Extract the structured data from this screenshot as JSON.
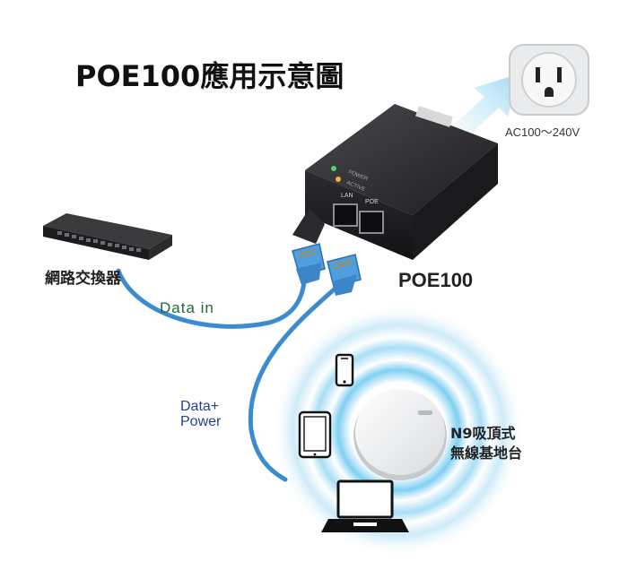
{
  "title": "POE100應用示意圖",
  "outlet": {
    "voltage": "AC100～240V"
  },
  "switch": {
    "label": "網路交換器"
  },
  "injector": {
    "label": "POE100",
    "port_lan": "LAN",
    "port_poe": "POE",
    "led_power": "POWER",
    "led_active": "ACTIVE"
  },
  "cables": {
    "data_in": "Data in",
    "data_power_line1": "Data+",
    "data_power_line2": "Power"
  },
  "access_point": {
    "line1": "N9吸頂式",
    "line2": "無線基地台"
  },
  "colors": {
    "cable": "#3a8ccf",
    "arrow": "#a9dcf2",
    "data_in_text": "#1f6b35",
    "data_power_text": "#27408b",
    "glow": "#5fc3ef"
  },
  "icons": [
    "outlet-icon",
    "switch-icon",
    "poe-injector-icon",
    "rj45-plug-icon",
    "phone-icon",
    "tablet-icon",
    "laptop-icon",
    "access-point-icon",
    "arrow-icon"
  ]
}
